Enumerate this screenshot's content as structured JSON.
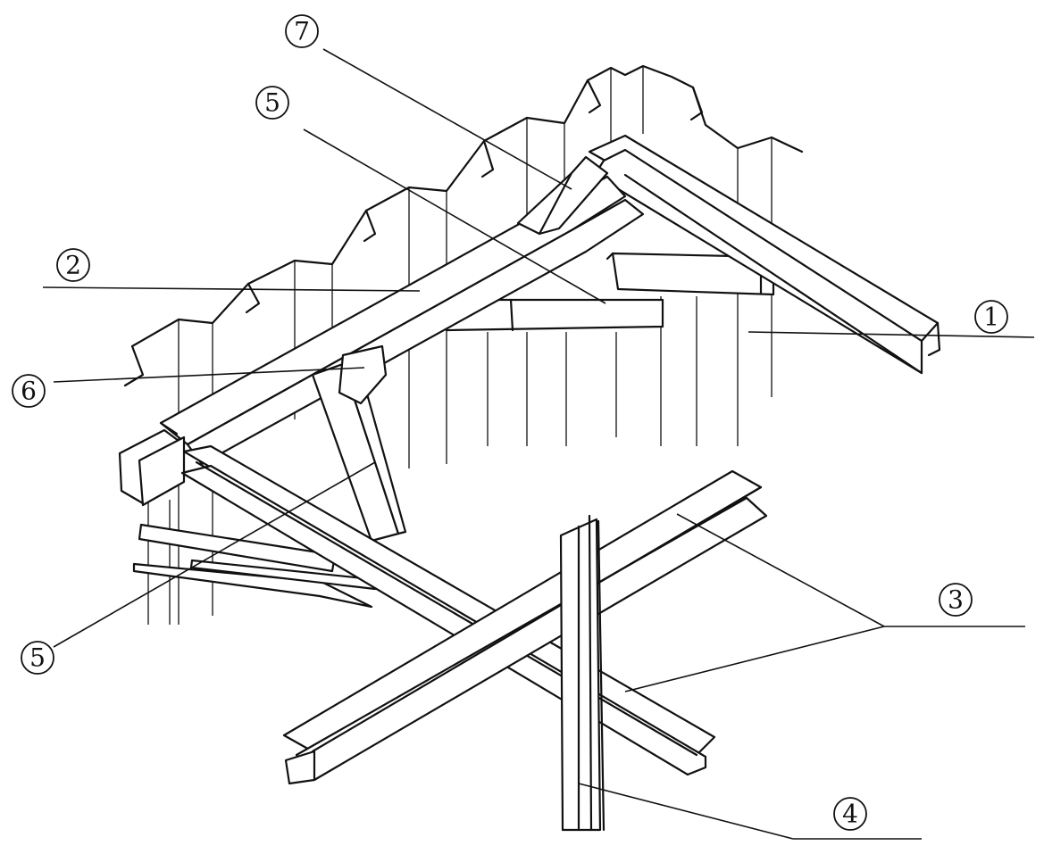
{
  "callouts": {
    "c1": "1",
    "c2": "2",
    "c3": "3",
    "c4": "4",
    "c5_upper": "5",
    "c5_lower": "5",
    "c6": "6",
    "c7": "7"
  }
}
